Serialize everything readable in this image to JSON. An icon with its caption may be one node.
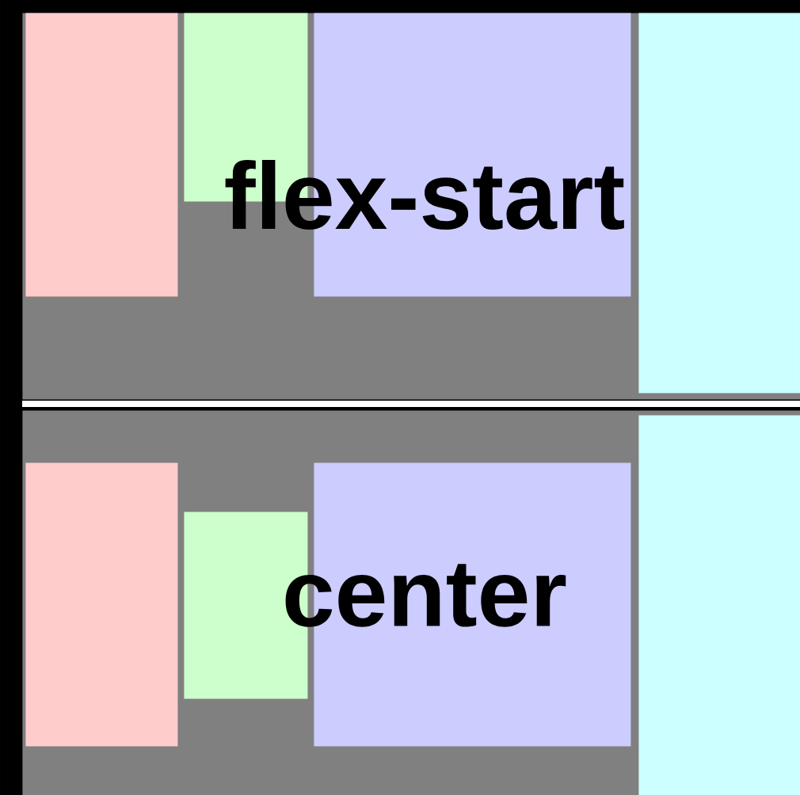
{
  "diagram": {
    "nodes": [
      {
        "text": [],
        "shape": "box"
      },
      {
        "text": [],
        "shape": "box",
        "in": 0
      },
      {
        "text": [],
        "shape": "box",
        "in": 0
      },
      {
        "text": [],
        "shape": "box",
        "in": 0
      },
      {
        "text": [],
        "shape": "box",
        "in": 0
      },
      {
        "text": [
          "flex-start"
        ],
        "in": 0
      },
      {
        "text": [],
        "shape": "box"
      },
      {
        "text": [],
        "shape": "box",
        "in": 6
      },
      {
        "text": [],
        "shape": "box",
        "in": 6
      },
      {
        "text": [],
        "shape": "box",
        "in": 6
      },
      {
        "text": [],
        "shape": "box",
        "in": 6
      },
      {
        "text": [
          "center"
        ],
        "in": 6
      }
    ]
  }
}
